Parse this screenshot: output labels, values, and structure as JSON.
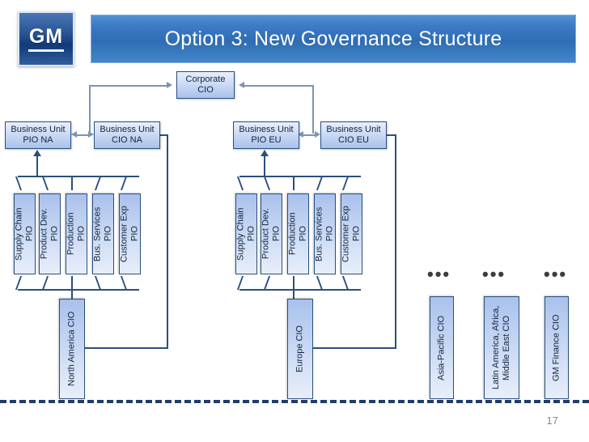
{
  "slide": {
    "title": "Option 3: New Governance Structure",
    "page_number": "17",
    "logo_text": "GM"
  },
  "colors": {
    "title_bar_blue": "#3b7cc4",
    "node_border": "#2b4f7e",
    "node_fill": "#c3d4f2",
    "connector_light": "#7d93b5",
    "connector_dark": "#2b4f7e",
    "dashed_rule": "#1f3d6b",
    "page_number": "#8a8a8a",
    "logo_blue": "#2a5596"
  },
  "chart_data": {
    "type": "diagram",
    "diagram_kind": "org-chart",
    "title": "Option 3: New Governance Structure",
    "nodes": [
      {
        "id": "corporate-cio",
        "label": "Corporate\nCIO",
        "level": 0,
        "orientation": "horizontal"
      },
      {
        "id": "bu-pio-na",
        "label": "Business Unit\nPIO NA",
        "level": 1,
        "region": "NA",
        "orientation": "horizontal"
      },
      {
        "id": "bu-cio-na",
        "label": "Business Unit\nCIO NA",
        "level": 1,
        "region": "NA",
        "orientation": "horizontal"
      },
      {
        "id": "bu-pio-eu",
        "label": "Business Unit\nPIO EU",
        "level": 1,
        "region": "EU",
        "orientation": "horizontal"
      },
      {
        "id": "bu-cio-eu",
        "label": "Business Unit\nCIO EU",
        "level": 1,
        "region": "EU",
        "orientation": "horizontal"
      },
      {
        "id": "na-supply-chain-pio",
        "label": "Supply Chain\nPIO",
        "level": 2,
        "region": "NA",
        "orientation": "vertical"
      },
      {
        "id": "na-product-dev-pio",
        "label": "Product Dev.\nPIO",
        "level": 2,
        "region": "NA",
        "orientation": "vertical"
      },
      {
        "id": "na-production-pio",
        "label": "Production\nPIO",
        "level": 2,
        "region": "NA",
        "orientation": "vertical"
      },
      {
        "id": "na-bus-services-pio",
        "label": "Bus. Services\nPIO",
        "level": 2,
        "region": "NA",
        "orientation": "vertical"
      },
      {
        "id": "na-customer-exp-pio",
        "label": "Customer Exp\nPIO",
        "level": 2,
        "region": "NA",
        "orientation": "vertical"
      },
      {
        "id": "eu-supply-chain-pio",
        "label": "Supply Chain\nPIO",
        "level": 2,
        "region": "EU",
        "orientation": "vertical"
      },
      {
        "id": "eu-product-dev-pio",
        "label": "Product Dev.\nPIO",
        "level": 2,
        "region": "EU",
        "orientation": "vertical"
      },
      {
        "id": "eu-production-pio",
        "label": "Production\nPIO",
        "level": 2,
        "region": "EU",
        "orientation": "vertical"
      },
      {
        "id": "eu-bus-services-pio",
        "label": "Bus. Services\nPIO",
        "level": 2,
        "region": "EU",
        "orientation": "vertical"
      },
      {
        "id": "eu-customer-exp-pio",
        "label": "Customer Exp\nPIO",
        "level": 2,
        "region": "EU",
        "orientation": "vertical"
      },
      {
        "id": "north-america-cio",
        "label": "North America CIO",
        "level": 3,
        "region": "NA",
        "orientation": "vertical"
      },
      {
        "id": "europe-cio",
        "label": "Europe CIO",
        "level": 3,
        "region": "EU",
        "orientation": "vertical"
      },
      {
        "id": "asia-pacific-cio",
        "label": "Asia-Pacific CIO",
        "level": 3,
        "region": "APAC",
        "orientation": "vertical"
      },
      {
        "id": "latam-africa-me-cio",
        "label": "Latin America, Africa,\nMiddle East CIO",
        "level": 3,
        "region": "LAAM",
        "orientation": "vertical"
      },
      {
        "id": "gm-finance-cio",
        "label": "GM Finance CIO",
        "level": 3,
        "region": "Finance",
        "orientation": "vertical"
      }
    ],
    "edges": [
      {
        "from": "bu-cio-na",
        "to": "corporate-cio",
        "style": "elbow",
        "arrow": "single"
      },
      {
        "from": "bu-cio-eu",
        "to": "corporate-cio",
        "style": "elbow",
        "arrow": "single"
      },
      {
        "from": "bu-pio-na",
        "to": "bu-cio-na",
        "style": "straight",
        "arrow": "double"
      },
      {
        "from": "bu-pio-eu",
        "to": "bu-cio-eu",
        "style": "straight",
        "arrow": "double"
      },
      {
        "from": "na-pio-group",
        "to": "bu-pio-na",
        "style": "bracket",
        "arrow": "single"
      },
      {
        "from": "eu-pio-group",
        "to": "bu-pio-eu",
        "style": "bracket",
        "arrow": "single"
      },
      {
        "from": "na-pio-group",
        "to": "north-america-cio",
        "style": "bracket",
        "arrow": "none"
      },
      {
        "from": "eu-pio-group",
        "to": "europe-cio",
        "style": "bracket",
        "arrow": "none"
      },
      {
        "from": "bu-cio-na",
        "to": "north-america-cio",
        "style": "elbow",
        "arrow": "none"
      },
      {
        "from": "bu-cio-eu",
        "to": "europe-cio",
        "style": "elbow",
        "arrow": "none"
      }
    ],
    "annotations": [
      {
        "id": "ellipsis-apac",
        "text": "•••",
        "above": "asia-pacific-cio"
      },
      {
        "id": "ellipsis-laam",
        "text": "•••",
        "above": "latam-africa-me-cio"
      },
      {
        "id": "ellipsis-finance",
        "text": "•••",
        "above": "gm-finance-cio"
      }
    ]
  },
  "nodes": {
    "corporate_cio": "Corporate\nCIO",
    "bu_pio_na": "Business Unit\nPIO NA",
    "bu_cio_na": "Business Unit\nCIO NA",
    "bu_pio_eu": "Business Unit\nPIO EU",
    "bu_cio_eu": "Business Unit\nCIO EU",
    "na_pios": [
      "Supply Chain\nPIO",
      "Product Dev.\nPIO",
      "Production\nPIO",
      "Bus. Services\nPIO",
      "Customer Exp\nPIO"
    ],
    "eu_pios": [
      "Supply Chain\nPIO",
      "Product Dev.\nPIO",
      "Production\nPIO",
      "Bus. Services\nPIO",
      "Customer Exp\nPIO"
    ],
    "north_america_cio": "North America CIO",
    "europe_cio": "Europe CIO",
    "asia_pacific_cio": "Asia-Pacific CIO",
    "latam_cio": "Latin America, Africa,\nMiddle East CIO",
    "gm_finance_cio": "GM Finance CIO"
  },
  "annotations": {
    "ellipsis": "•••"
  }
}
